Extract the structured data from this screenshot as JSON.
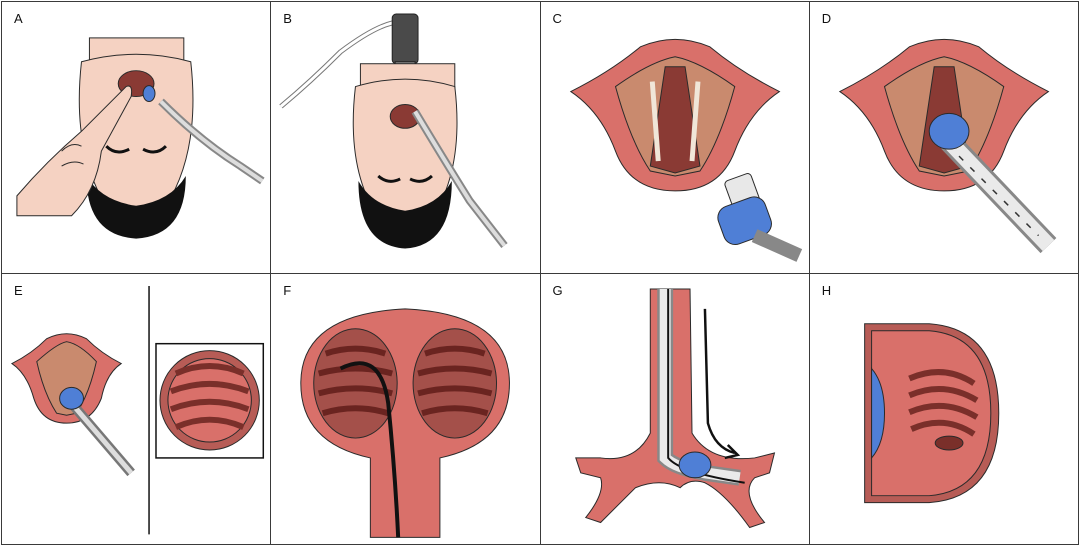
{
  "panels": [
    {
      "label": "A"
    },
    {
      "label": "B"
    },
    {
      "label": "C"
    },
    {
      "label": "D"
    },
    {
      "label": "E"
    },
    {
      "label": "F"
    },
    {
      "label": "G"
    },
    {
      "label": "H"
    }
  ],
  "colors": {
    "skin": "#f5d2c2",
    "beard": "#111111",
    "tissue": "#d9706a",
    "tissue_dark": "#8a3a34",
    "muscle": "#c98a6e",
    "cuff_blue": "#4f7fd6",
    "tube_gray": "#bdbdbd",
    "outline": "#2a2a2a"
  }
}
